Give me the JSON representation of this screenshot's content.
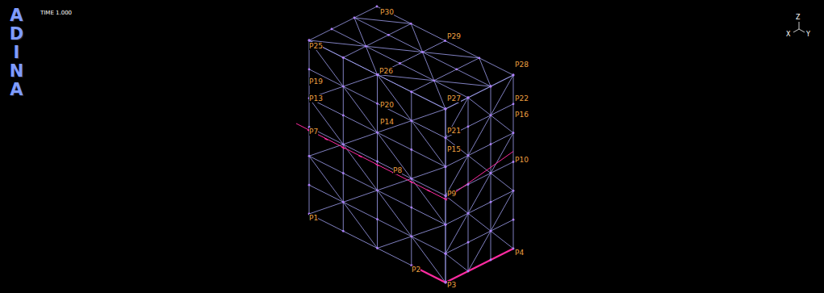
{
  "diagram": {
    "labels": [
      "ADINA",
      "TIME 1.000",
      "Z",
      "X",
      "Y",
      "P30",
      "P29",
      "P25",
      "P26",
      "P28",
      "P19",
      "P13",
      "P20",
      "P27",
      "P22",
      "P14",
      "P16",
      "P21",
      "P7",
      "P15",
      "P10",
      "P8",
      "P9",
      "P1",
      "P4",
      "P2",
      "P3"
    ]
  }
}
